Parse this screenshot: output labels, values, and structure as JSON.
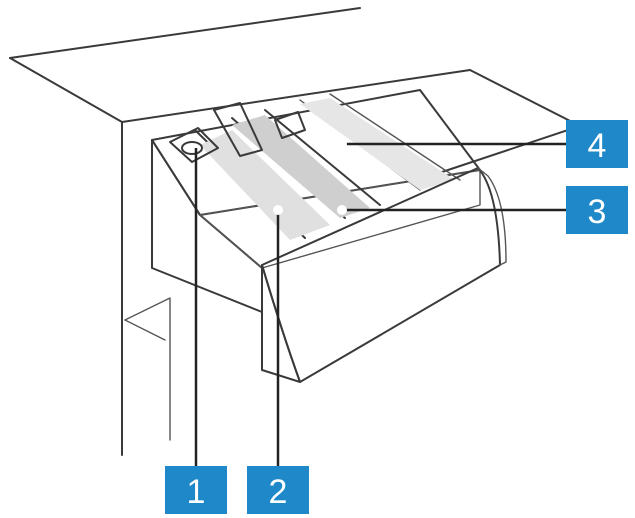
{
  "callouts": {
    "c1": {
      "label": "1"
    },
    "c2": {
      "label": "2"
    },
    "c3": {
      "label": "3"
    },
    "c4": {
      "label": "4"
    }
  },
  "colors": {
    "badge": "#1e88c8",
    "badge_text": "#ffffff",
    "line": "#3a3a3a",
    "drawer_fill": "#d9d9d9",
    "drawer_shade": "#c7c7c7",
    "front_fill": "#d4d4d4"
  }
}
